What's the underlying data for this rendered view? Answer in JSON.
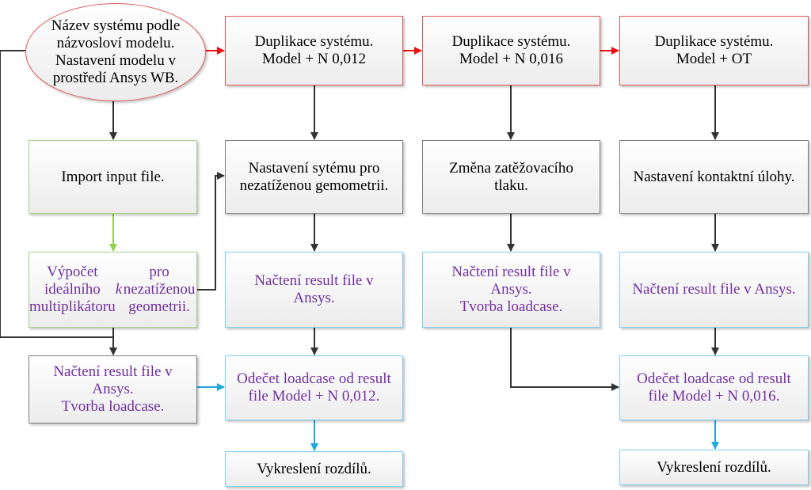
{
  "colors": {
    "red_border": "#e15a5a",
    "green_border": "#a9d18e",
    "cyan_border": "#7fd0ef",
    "gray_border": "#7f7f7f",
    "purple_text": "#7030a0",
    "arrow_dark": "#333333",
    "arrow_red": "#ee1111",
    "arrow_green": "#92d050",
    "arrow_cyan": "#1ea7e0"
  },
  "nodes": {
    "start": "Název systému podle\nnázvosloví modelu.\nNastavení modelu v\nprostředí Ansys WB.",
    "dup1": "Duplikace systému.\nModel + N 0,012",
    "dup2": "Duplikace systému.\nModel + N 0,016",
    "dup3": "Duplikace systému.\nModel + OT",
    "import": "Import input file.",
    "vypocet_a": "Výpočet ideálního\nmultiplikátoru ",
    "vypocet_k": "k",
    "vypocet_b": " pro\nnezatíženou geometrii.",
    "nastaveni1": "Nastavení sytému pro\nnezatíženou gemometrii.",
    "zmena": "Změna zatěžovacího\ntlaku.",
    "kontakt": "Nastavení kontaktní úlohy.",
    "nacteni_left": "Načtení result file v\nAnsys.\nTvorba loadcase.",
    "nacteni1": "Načtení result file v\nAnsys.",
    "nacteni2": "Načtení result file v\nAnsys.\nTvorba loadcase.",
    "nacteni3": "Načtení result file v Ansys.",
    "odecet1": "Odečet loadcase od result\nfile Model + N 0,012.",
    "odecet2": "Odečet loadcase od result\nfile Model + N 0,016.",
    "vykresleni1": "Vykreslení rozdílů.",
    "vykresleni2": "Vykreslení rozdílů."
  }
}
